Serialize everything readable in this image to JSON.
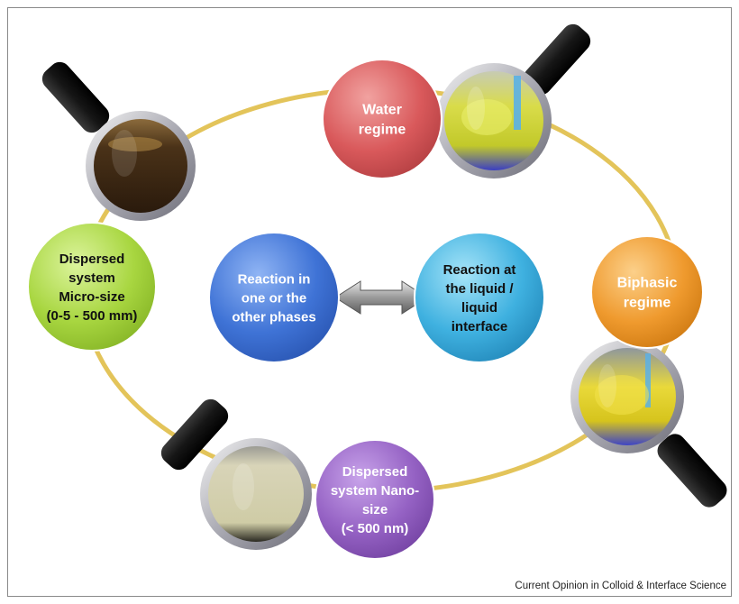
{
  "nodes": {
    "water_regime": {
      "lines": [
        "Water",
        "regime"
      ],
      "color": "#d9595b"
    },
    "biphasic_regime": {
      "lines": [
        "Biphasic",
        "regime"
      ],
      "color": "#ef9a2e"
    },
    "dispersed_nano": {
      "lines": [
        "Dispersed",
        "system Nano-",
        "size",
        "(< 500 nm)"
      ],
      "color": "#9562c4"
    },
    "dispersed_micro": {
      "lines": [
        "Dispersed",
        "system",
        "Micro-size",
        "(0-5 - 500 mm)"
      ],
      "color": "#a8d640"
    },
    "reaction_phases": {
      "lines": [
        "Reaction in",
        "one or the",
        "other phases"
      ],
      "color": "#3f73d6"
    },
    "reaction_interface": {
      "lines": [
        "Reaction at",
        "the liquid /",
        "liquid",
        "interface"
      ],
      "color": "#3fb1e0"
    }
  },
  "magnifiers": {
    "micro_sample": {
      "icon": "magnifier-icon",
      "content": "dark-brown-emulsion-beaker"
    },
    "water_sample": {
      "icon": "magnifier-icon",
      "content": "yellow-solution-beaker"
    },
    "biphasic_sample": {
      "icon": "magnifier-icon",
      "content": "yellow-biphasic-beaker"
    },
    "nano_sample": {
      "icon": "magnifier-icon",
      "content": "pale-milky-dispersion"
    }
  },
  "arrow": {
    "icon": "double-arrow-icon"
  },
  "ring_color": "#e3c45a",
  "caption": "Current Opinion in Colloid & Interface Science"
}
